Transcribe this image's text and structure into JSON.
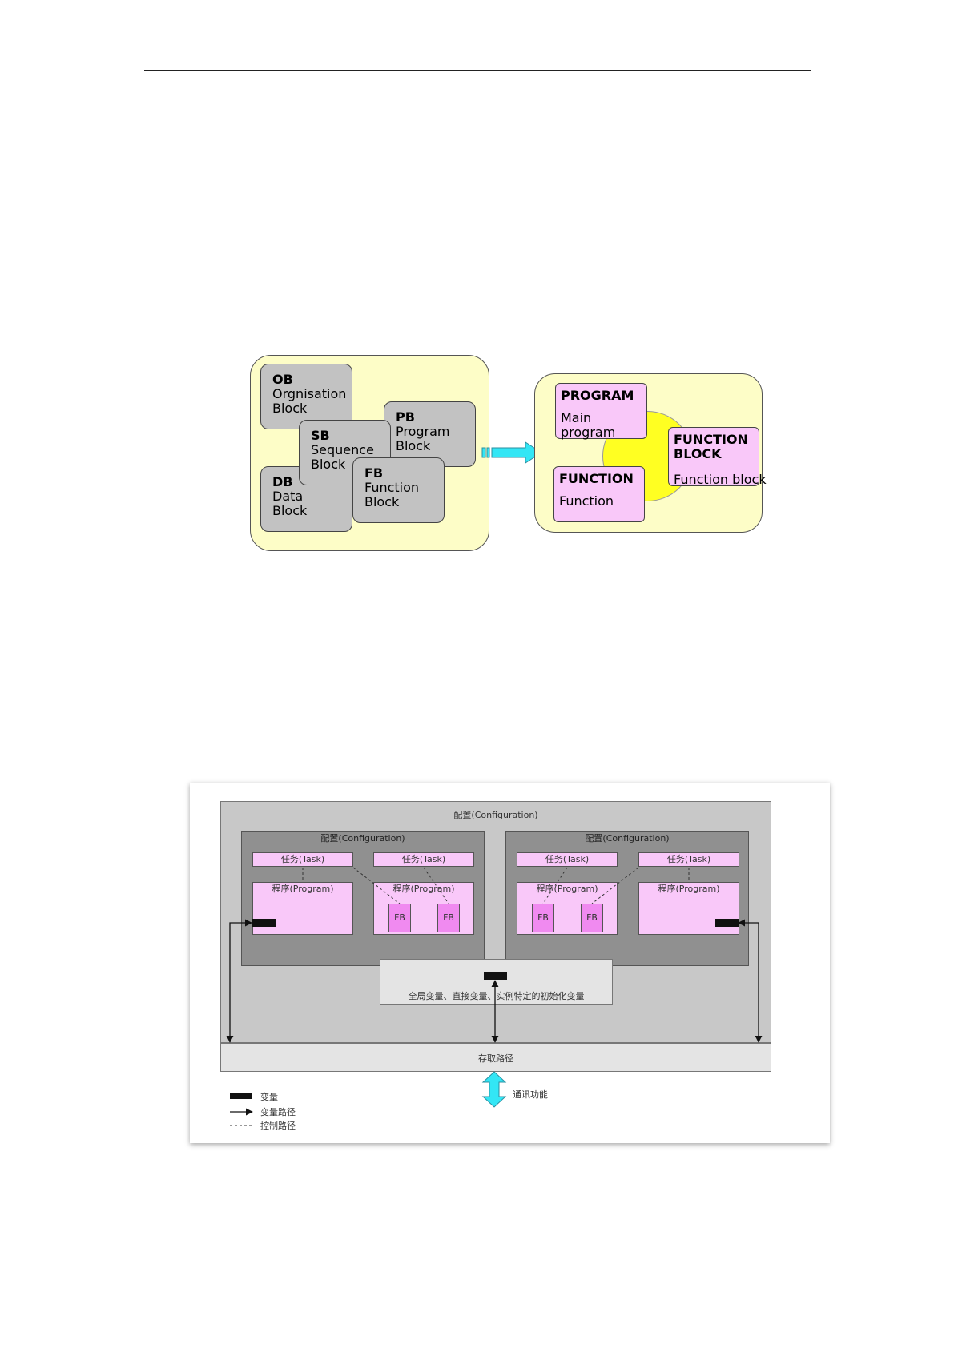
{
  "diagram1": {
    "left_blocks": [
      {
        "code": "OB",
        "desc": "Orgnisation\nBlock"
      },
      {
        "code": "PB",
        "desc": "Program\nBlock"
      },
      {
        "code": "SB",
        "desc": "Sequence\nBlock"
      },
      {
        "code": "DB",
        "desc": "Data\nBlock"
      },
      {
        "code": "FB",
        "desc": "Function\nBlock"
      }
    ],
    "right_blocks": [
      {
        "name": "PROGRAM",
        "desc": "Main program"
      },
      {
        "name": "FUNCTION\nBLOCK",
        "desc": "Function block"
      },
      {
        "name": "FUNCTION",
        "desc": "Function"
      }
    ],
    "colors": {
      "panel": "#fdfdc7",
      "gray_block": "#c2c2c2",
      "pink_block": "#f9c8f9",
      "circle": "#ffff22",
      "arrow": "#33e6f5"
    }
  },
  "diagram2": {
    "outer_config": "配置(Configuration)",
    "resource_left": "配置(Configuration)",
    "resource_right": "配置(Configuration)",
    "tasks": [
      "任务(Task)",
      "任务(Task)",
      "任务(Task)",
      "任务(Task)"
    ],
    "programs": [
      "程序(Program)",
      "程序(Program)",
      "程序(Program)",
      "程序(Program)"
    ],
    "fb_labels": [
      "FB",
      "FB",
      "FB",
      "FB"
    ],
    "globals": "全局变量、直接变量、实例特定的初始化变量",
    "access_path": "存取路径",
    "communication": "通讯功能",
    "legend": {
      "variable": "变量",
      "variable_path": "变量路径",
      "control_path": "控制路径"
    },
    "colors": {
      "outer": "#c8c8c8",
      "inner": "#909090",
      "pink": "#f9c8f9",
      "fb": "#f08af0",
      "arrow": "#33e6f5"
    }
  }
}
